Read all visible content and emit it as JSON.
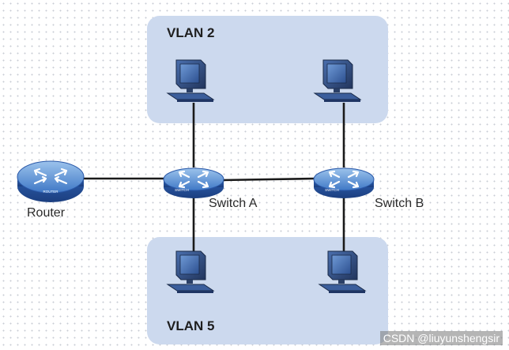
{
  "vlans": [
    {
      "name": "VLAN 2"
    },
    {
      "name": "VLAN 5"
    }
  ],
  "nodes": {
    "router": {
      "label": "Router",
      "badge": "ROUTER",
      "icon": "router-icon"
    },
    "switch_a": {
      "label": "Switch A",
      "badge": "SWITCH",
      "icon": "switch-icon"
    },
    "switch_b": {
      "label": "Switch B",
      "badge": "SWITCH",
      "icon": "switch-icon"
    },
    "hosts": [
      {
        "vlan": "VLAN 2",
        "uplink": "Switch A",
        "icon": "computer-icon"
      },
      {
        "vlan": "VLAN 2",
        "uplink": "Switch B",
        "icon": "computer-icon"
      },
      {
        "vlan": "VLAN 5",
        "uplink": "Switch A",
        "icon": "computer-icon"
      },
      {
        "vlan": "VLAN 5",
        "uplink": "Switch B",
        "icon": "computer-icon"
      }
    ]
  },
  "links": [
    [
      "Router",
      "Switch A"
    ],
    [
      "Switch A",
      "Switch B"
    ]
  ],
  "watermark": "CSDN @liuyunshengsir",
  "colors": {
    "vlan_fill": "#ccd9ee",
    "device_blue": "#2a58a8",
    "device_light": "#7faee0",
    "link": "#1a1a1a"
  }
}
